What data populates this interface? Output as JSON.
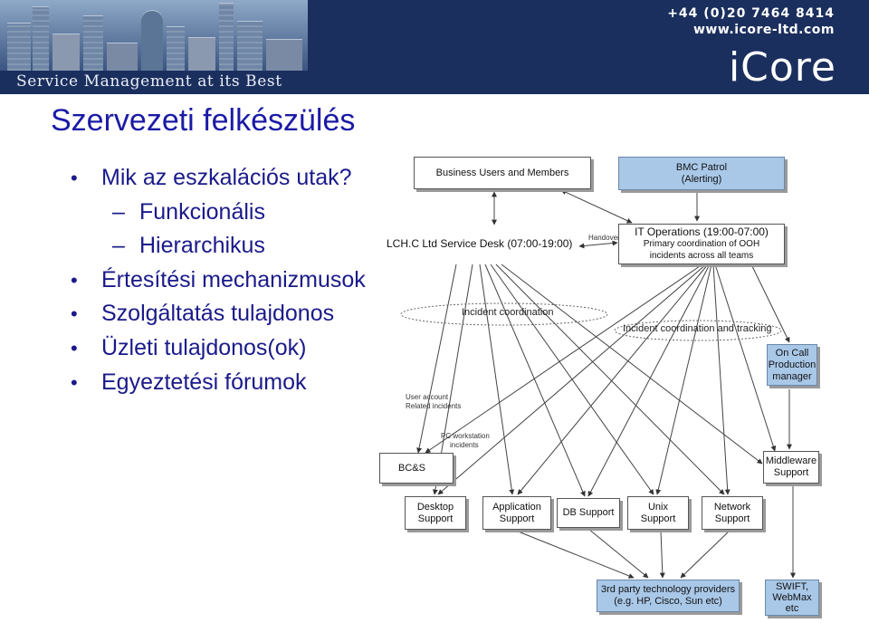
{
  "banner": {
    "tagline": "Service Management at its Best",
    "phone": "+44 (0)20 7464 8414",
    "website": "www.icore-ltd.com",
    "logo": "iCore"
  },
  "slide": {
    "title": "Szervezeti felkészülés",
    "bullets": [
      {
        "level": 1,
        "text": "Mik az eszkalációs utak?"
      },
      {
        "level": 2,
        "text": "Funkcionális"
      },
      {
        "level": 2,
        "text": "Hierarchikus"
      },
      {
        "level": 1,
        "text": "Értesítési mechanizmusok"
      },
      {
        "level": 1,
        "text": "Szolgáltatás tulajdonos"
      },
      {
        "level": 1,
        "text": "Üzleti tulajdonos(ok)"
      },
      {
        "level": 1,
        "text": "Egyeztetési fórumok"
      }
    ]
  },
  "diagram": {
    "business_users": "Business Users and Members",
    "service_desk": "LCH.C Ltd Service Desk (07:00-19:00)",
    "handover": "Handover",
    "bmc_patrol_1": "BMC Patrol",
    "bmc_patrol_2": "(Alerting)",
    "it_ops_1": "IT Operations (19:00-07:00)",
    "it_ops_2": "Primary coordination of OOH",
    "it_ops_3": "incidents across all teams",
    "incident_coordination": "Incident coordination",
    "incident_tracking": "Incident coordination and tracking",
    "on_call_1": "On Call",
    "on_call_2": "Production",
    "on_call_3": "manager",
    "user_account_1": "User account",
    "user_account_2": "Related incidents",
    "pc_workstation_1": "PC workstation",
    "pc_workstation_2": "incidents",
    "bcs": "BC&S",
    "middleware_1": "Middleware",
    "middleware_2": "Support",
    "desktop_1": "Desktop",
    "desktop_2": "Support",
    "application_1": "Application",
    "application_2": "Support",
    "db_support": "DB Support",
    "unix_1": "Unix",
    "unix_2": "Support",
    "network_1": "Network",
    "network_2": "Support",
    "third_party_1": "3rd party technology providers",
    "third_party_2": "(e.g. HP, Cisco, Sun etc)",
    "swift_1": "SWIFT,",
    "swift_2": "WebMax",
    "swift_3": "etc"
  },
  "colors": {
    "banner_bg": "#1b2f5e",
    "title": "#1a1aa6",
    "bullets": "#1a1a8a",
    "highlight_box": "#a9c8e8"
  }
}
